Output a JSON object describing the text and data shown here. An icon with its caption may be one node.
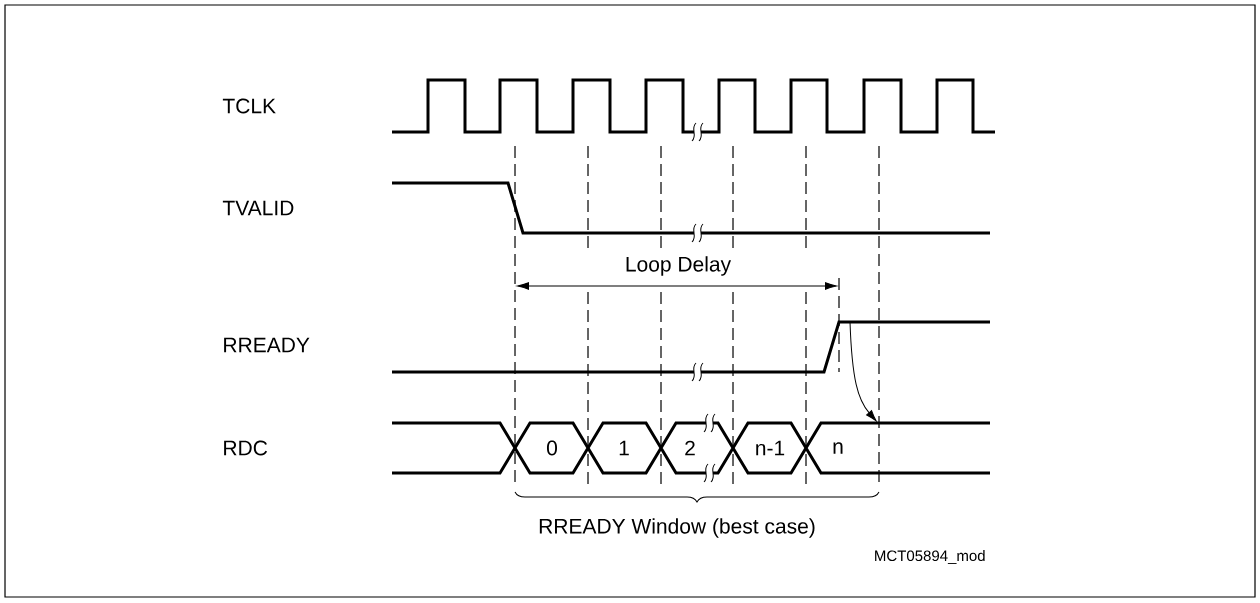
{
  "diagram": {
    "labels": [
      "TCLK",
      "TVALID",
      "Loop Delay",
      "RREADY",
      "RDC",
      "0",
      "1",
      "2",
      "n-1",
      "n",
      "RREADY Window (best case)",
      "MCT05894_mod"
    ]
  }
}
